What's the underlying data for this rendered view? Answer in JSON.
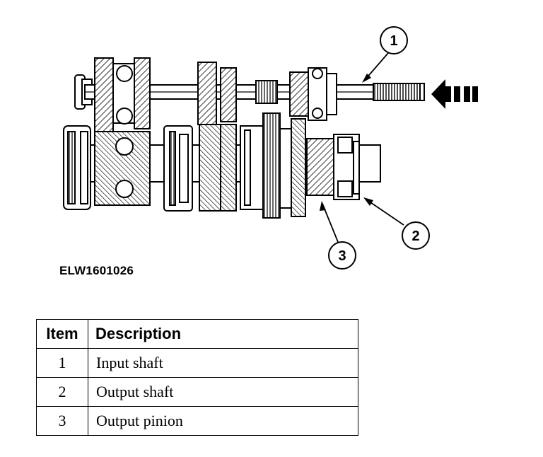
{
  "figure_code": "ELW1601026",
  "callouts": [
    {
      "number": "1"
    },
    {
      "number": "2"
    },
    {
      "number": "3"
    }
  ],
  "legend": {
    "headers": {
      "item": "Item",
      "description": "Description"
    },
    "rows": [
      {
        "item": "1",
        "description": "Input shaft"
      },
      {
        "item": "2",
        "description": "Output shaft"
      },
      {
        "item": "3",
        "description": "Output pinion"
      }
    ]
  }
}
